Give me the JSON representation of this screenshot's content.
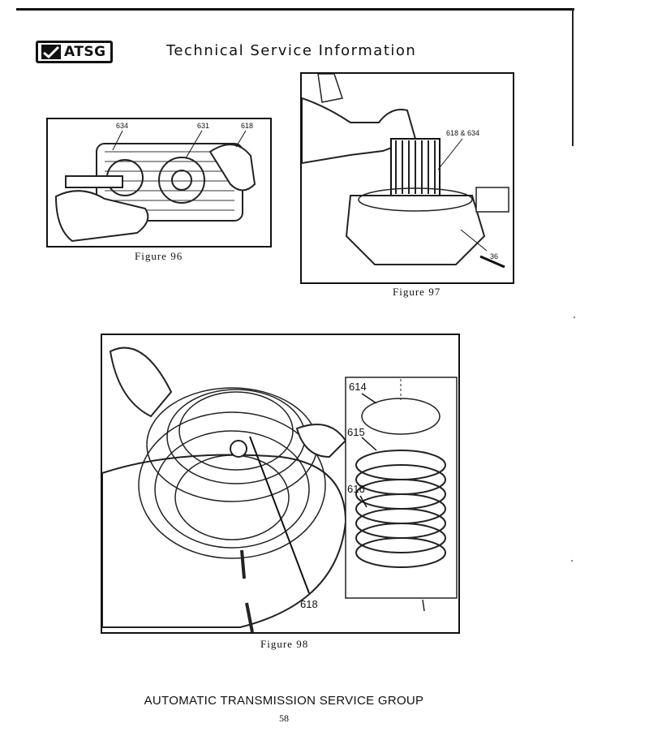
{
  "header": {
    "logo_text": "ATSG",
    "logo_icon": "atsg-check-logo-icon",
    "title": "Technical Service Information"
  },
  "figures": {
    "fig96": {
      "caption": "Figure 96",
      "callouts": [
        "634",
        "631",
        "618"
      ]
    },
    "fig97": {
      "caption": "Figure 97",
      "callouts": [
        "618 & 634",
        "36"
      ]
    },
    "fig98": {
      "caption": "Figure 98",
      "callouts": [
        "614",
        "615",
        "616",
        "618"
      ]
    }
  },
  "footer": {
    "title": "AUTOMATIC TRANSMISSION SERVICE GROUP",
    "page_number": "58"
  }
}
